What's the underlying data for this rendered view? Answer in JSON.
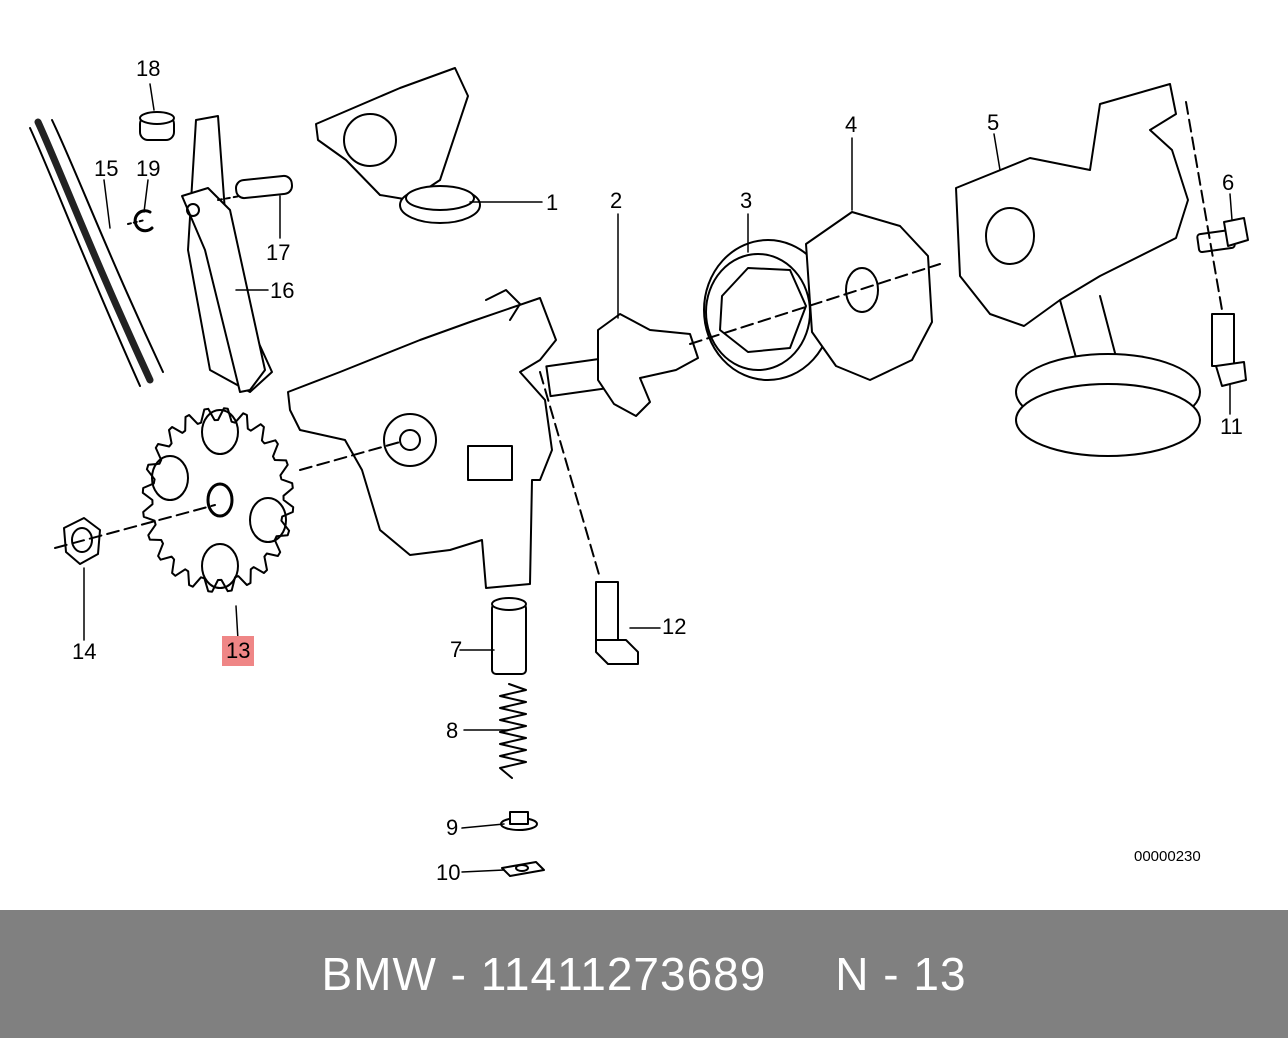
{
  "diagram": {
    "callouts": [
      {
        "id": "c1",
        "label": "1",
        "highlighted": false
      },
      {
        "id": "c2",
        "label": "2",
        "highlighted": false
      },
      {
        "id": "c3",
        "label": "3",
        "highlighted": false
      },
      {
        "id": "c4",
        "label": "4",
        "highlighted": false
      },
      {
        "id": "c5",
        "label": "5",
        "highlighted": false
      },
      {
        "id": "c6",
        "label": "6",
        "highlighted": false
      },
      {
        "id": "c7",
        "label": "7",
        "highlighted": false
      },
      {
        "id": "c8",
        "label": "8",
        "highlighted": false
      },
      {
        "id": "c9",
        "label": "9",
        "highlighted": false
      },
      {
        "id": "c10",
        "label": "10",
        "highlighted": false
      },
      {
        "id": "c11",
        "label": "11",
        "highlighted": false
      },
      {
        "id": "c12",
        "label": "12",
        "highlighted": false
      },
      {
        "id": "c13",
        "label": "13",
        "highlighted": true
      },
      {
        "id": "c14",
        "label": "14",
        "highlighted": false
      },
      {
        "id": "c15",
        "label": "15",
        "highlighted": false
      },
      {
        "id": "c16",
        "label": "16",
        "highlighted": false
      },
      {
        "id": "c17",
        "label": "17",
        "highlighted": false
      },
      {
        "id": "c18",
        "label": "18",
        "highlighted": false
      },
      {
        "id": "c19",
        "label": "19",
        "highlighted": false
      }
    ],
    "reference_number": "00000230",
    "highlight_color": "#ef8686"
  },
  "footer": {
    "brand": "BMW",
    "separator": "-",
    "part_number": "11411273689",
    "position_prefix": "N",
    "position_number": "13",
    "background_color": "#808080",
    "text_color": "#ffffff"
  }
}
